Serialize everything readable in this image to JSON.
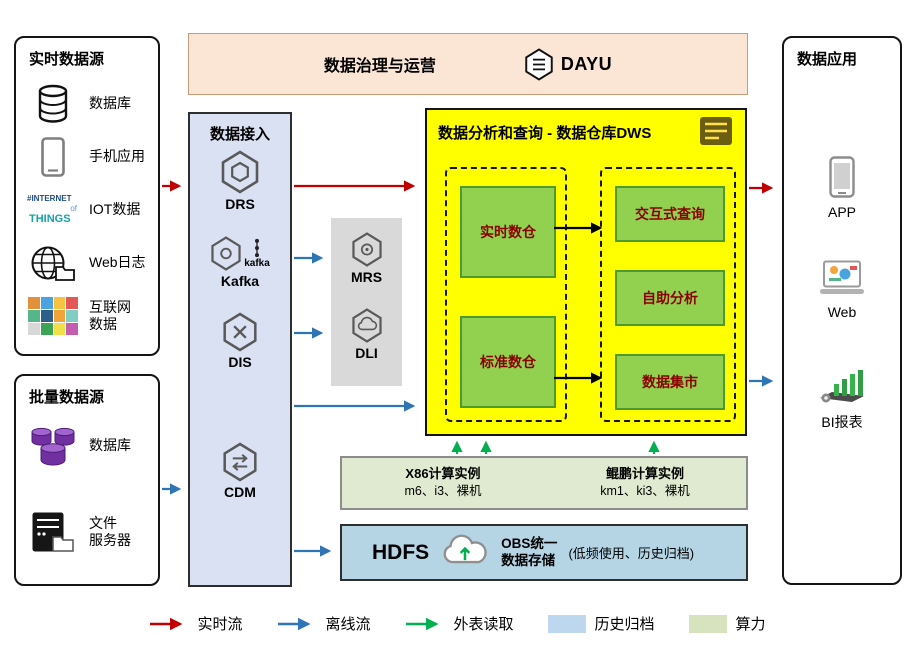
{
  "panels": {
    "realtime_sources": {
      "title": "实时数据源",
      "items": [
        {
          "label": "数据库"
        },
        {
          "label": "手机应用"
        },
        {
          "label": "IOT数据"
        },
        {
          "label": "Web日志"
        },
        {
          "label": "互联网\n数据"
        }
      ]
    },
    "batch_sources": {
      "title": "批量数据源",
      "items": [
        {
          "label": "数据库"
        },
        {
          "label": "文件\n服务器"
        }
      ]
    },
    "governance": {
      "title": "数据治理与运营",
      "logo_text": "DAYU"
    },
    "ingestion": {
      "title": "数据接入",
      "items": [
        {
          "label": "DRS"
        },
        {
          "label": "Kafka",
          "mark": "kafka"
        },
        {
          "label": "DIS"
        },
        {
          "label": "CDM"
        }
      ]
    },
    "processing": {
      "items": [
        {
          "label": "MRS"
        },
        {
          "label": "DLI"
        }
      ]
    },
    "dws": {
      "title": "数据分析和查询 - 数据仓库DWS",
      "warehouse_boxes": [
        {
          "label": "实时数仓"
        },
        {
          "label": "标准数仓"
        }
      ],
      "service_boxes": [
        {
          "label": "交互式查询"
        },
        {
          "label": "自助分析"
        },
        {
          "label": "数据集市"
        }
      ]
    },
    "compute": {
      "groups": [
        {
          "title": "X86计算实例",
          "subtitle": "m6、i3、裸机"
        },
        {
          "title": "鲲鹏计算实例",
          "subtitle": "km1、ki3、裸机"
        }
      ]
    },
    "storage": {
      "hdfs_label": "HDFS",
      "obs_label": "OBS统一\n数据存储",
      "obs_note": "(低频使用、历史归档)"
    },
    "applications": {
      "title": "数据应用",
      "items": [
        {
          "label": "APP"
        },
        {
          "label": "Web"
        },
        {
          "label": "BI报表"
        }
      ]
    }
  },
  "legend": {
    "items": [
      {
        "kind": "arrow",
        "color": "#c00000",
        "label": "实时流"
      },
      {
        "kind": "arrow",
        "color": "#2e75b6",
        "label": "离线流"
      },
      {
        "kind": "arrow",
        "color": "#00b050",
        "label": "外表读取"
      },
      {
        "kind": "swatch",
        "color": "#bdd7ee",
        "label": "历史归档"
      },
      {
        "kind": "swatch",
        "color": "#d7e3bf",
        "label": "算力"
      }
    ]
  },
  "colors": {
    "realtime_flow": "#c00000",
    "offline_flow": "#2e75b6",
    "external_read": "#00b050",
    "dws_background": "#ffff00",
    "warehouse_fill": "#92d050",
    "ingestion_fill": "#d9e1f2",
    "governance_fill": "#fbe5d5",
    "hdfs_fill": "#b5d5e5",
    "compute_fill": "#e0ead0"
  }
}
